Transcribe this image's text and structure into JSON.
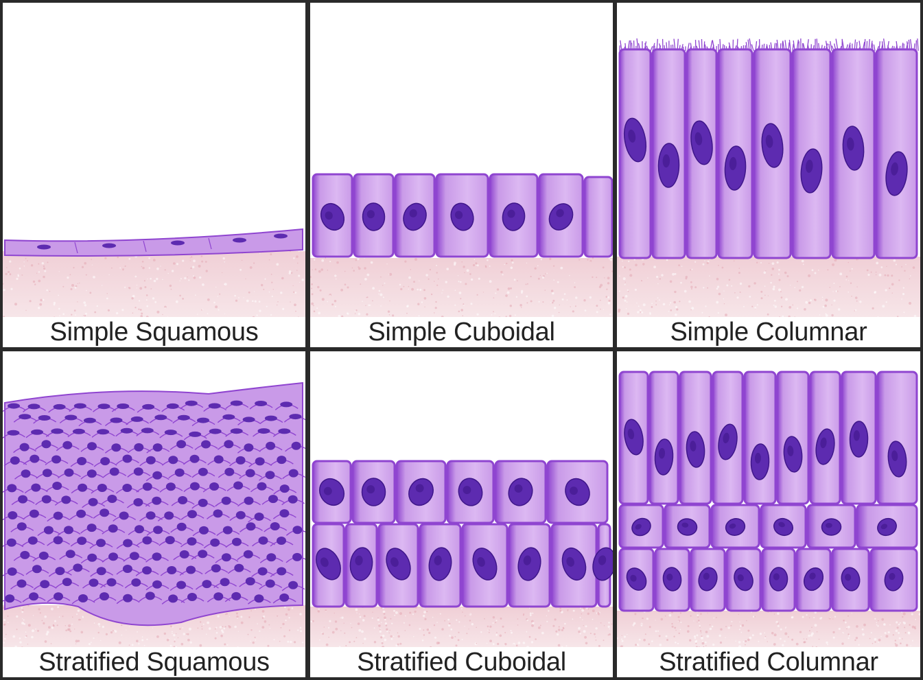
{
  "panels": [
    {
      "id": "simple-squamous",
      "label": "Simple Squamous"
    },
    {
      "id": "simple-cuboidal",
      "label": "Simple Cuboidal"
    },
    {
      "id": "simple-columnar",
      "label": "Simple Columnar"
    },
    {
      "id": "stratified-squamous",
      "label": "Stratified Squamous"
    },
    {
      "id": "stratified-cuboidal",
      "label": "Stratified Cuboidal"
    },
    {
      "id": "stratified-columnar",
      "label": "Stratified Columnar"
    }
  ],
  "colors": {
    "cell": "#c99ae8",
    "cell_light": "#dcb8f2",
    "cell_edge": "#8f45d0",
    "nucleus": "#5d2bb0",
    "nucleus_dark": "#3f168a",
    "connective_tissue": "#f2d9dd",
    "border": "#2a2a2a",
    "caption_text": "#222222"
  }
}
